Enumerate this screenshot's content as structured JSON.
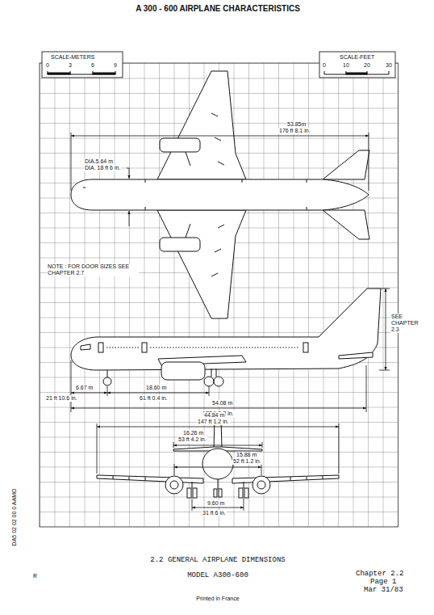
{
  "diagram": {
    "title": "A 300 - 600 AIRPLANE CHARACTERISTICS",
    "caption": "2.2 GENERAL AIRPLANE DIMENSIONS",
    "labels": [
      "SCALE-METERS",
      "0",
      "3",
      "6",
      "9",
      "SCALE-FEET",
      "0",
      "10",
      "20",
      "30",
      "53.85m",
      "176 ft 8.1 in.",
      "DIA.5.64 m",
      "DIA. 18 ft 6 in.",
      "NOTE : FOR DOOR SIZES SEE CHAPTER 2.7",
      "SEE CHAPTER 2.3",
      "6.67 m",
      "21 ft 10.6 in.",
      "18.60 m",
      "61 ft 0.4 in.",
      "54.08 m",
      "177 ft 5.2 in.",
      "44.84 m",
      "147 ft 1.2 in.",
      "16.26 m",
      "53 ft 4.2 in.",
      "15.88 m",
      "52 ft 1.2 in.",
      "9.60 m",
      "31 ft 6 in.",
      "DA5 02 02 00 0 AAMO",
      "R",
      "MODEL A300-600",
      "Chapter 2.2",
      "Page 1",
      "Mar 31/83",
      "Printed in France"
    ]
  }
}
